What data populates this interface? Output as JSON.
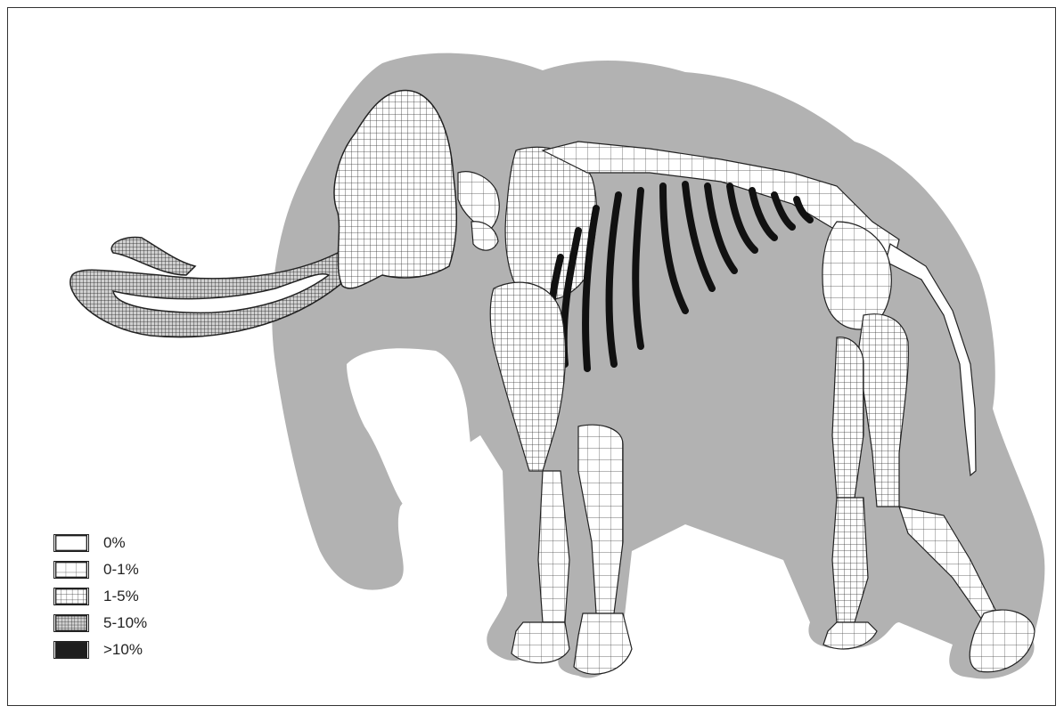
{
  "colors": {
    "silhouette": "#b2b2b2",
    "outline": "#222222",
    "background": "#ffffff"
  },
  "legend": {
    "items": [
      {
        "label": "0%",
        "pattern": "none"
      },
      {
        "label": "0-1%",
        "pattern": "sparse-grid"
      },
      {
        "label": "1-5%",
        "pattern": "medium-grid"
      },
      {
        "label": "5-10%",
        "pattern": "fine-grid"
      },
      {
        "label": ">10%",
        "pattern": "solid-dark"
      }
    ]
  }
}
